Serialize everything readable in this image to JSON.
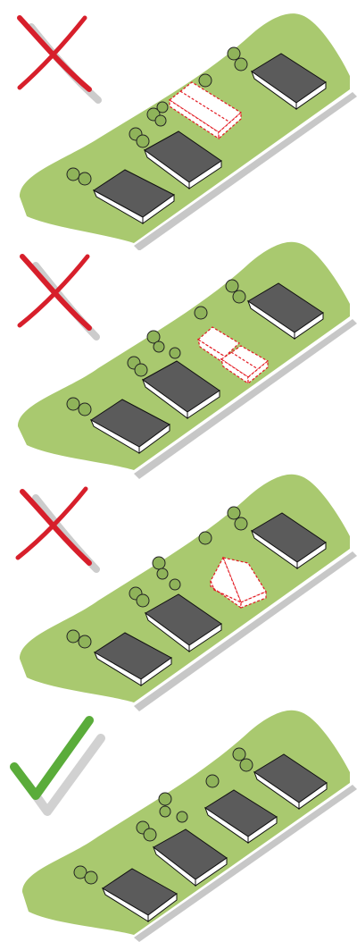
{
  "colors": {
    "lawn": "#a9c96f",
    "lawn_edge": "#6f8f3c",
    "shadow": "#c7c7c7",
    "roof": "#5b5b5b",
    "wall": "#ffffff",
    "tree": "#8fb35a",
    "proposal": "#e31b23",
    "verdict_bad": "#d71f2b",
    "verdict_good": "#5aac3a"
  },
  "panels": [
    {
      "id": "panel-1",
      "verdict": "bad",
      "verdict_icon": "red-cross-icon",
      "proposal": "large-detached-house-outline",
      "houses": [
        "long-terrace",
        "terrace-front",
        "terrace-back"
      ]
    },
    {
      "id": "panel-2",
      "verdict": "bad",
      "verdict_icon": "red-cross-icon",
      "proposal": "l-shaped-house-outline",
      "houses": [
        "long-terrace",
        "terrace-front",
        "terrace-back"
      ]
    },
    {
      "id": "panel-3",
      "verdict": "bad",
      "verdict_icon": "red-cross-icon",
      "proposal": "rotated-house-outline",
      "houses": [
        "long-terrace",
        "terrace-front",
        "terrace-back"
      ]
    },
    {
      "id": "panel-4",
      "verdict": "good",
      "verdict_icon": "green-check-icon",
      "proposal": "aligned-terrace",
      "houses": [
        "long-terrace",
        "terrace-front",
        "terrace-back",
        "infill-terrace"
      ]
    }
  ]
}
